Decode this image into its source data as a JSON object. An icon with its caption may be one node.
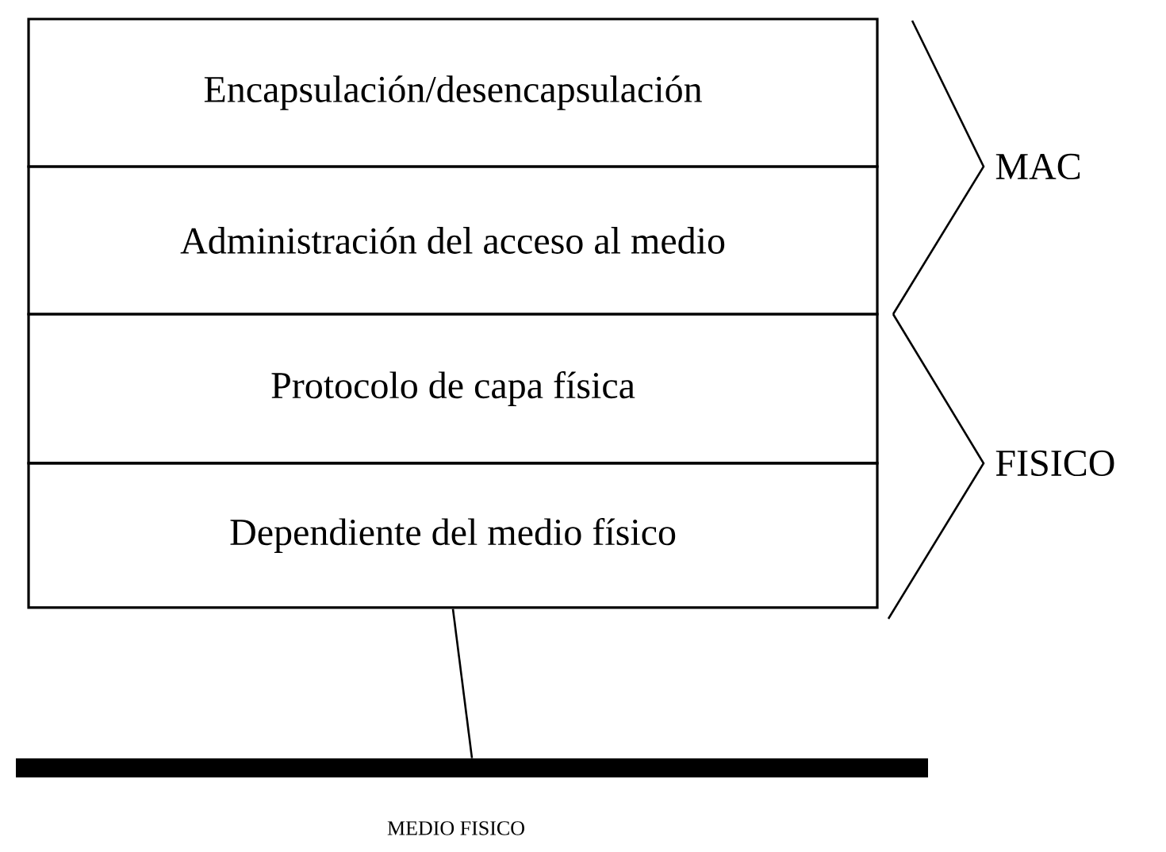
{
  "diagram": {
    "nodes": [
      {
        "text": [
          "Encapsulación/desencapsulación"
        ]
      },
      {
        "text": [
          "Administración del acceso al medio"
        ]
      },
      {
        "text": [
          "Protocolo de capa física"
        ]
      },
      {
        "text": [
          "Dependiente del medio físico"
        ]
      },
      {
        "text": [],
        "shape": "bar",
        "beside": [
          "MEDIO FISICO"
        ]
      }
    ],
    "edges": [
      {
        "from": 3,
        "to": 4,
        "arrow": "none"
      }
    ],
    "labels": [
      "MAC",
      "FISICO"
    ]
  }
}
